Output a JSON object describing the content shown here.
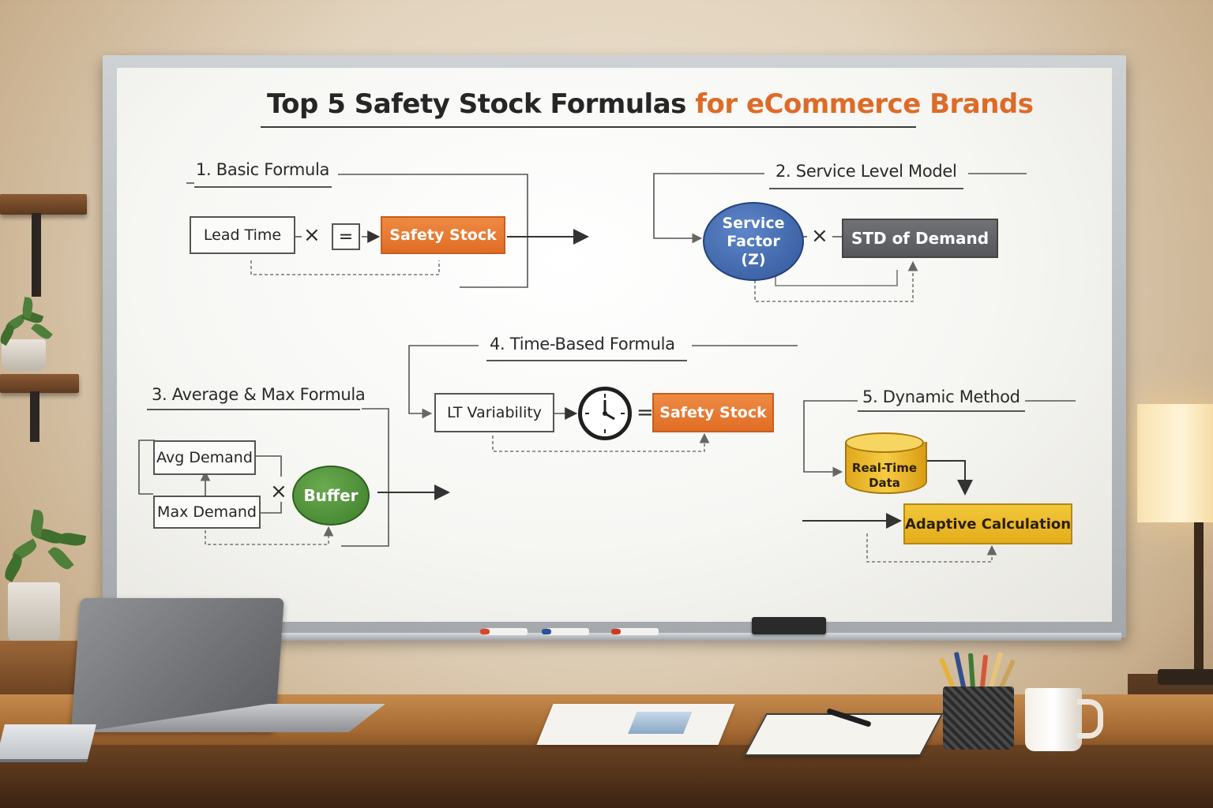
{
  "whiteboard": {
    "title": "Top 5 Safety Stock Formulas",
    "title_accent": "for eCommerce Brands",
    "section1": {
      "heading": "1. Basic Formula",
      "lead_time": "Lead Time",
      "times": "×",
      "equals": "=",
      "safety_stock": "Safety Stock"
    },
    "section2": {
      "heading": "2. Service Level Model",
      "service_factor": "Service Factor (Z)",
      "times": "×",
      "std_demand": "STD of Demand"
    },
    "section3": {
      "heading": "3. Average & Max Formula",
      "avg_demand": "Avg Demand",
      "max_demand": "Max Demand",
      "times": "×",
      "buffer": "Buffer"
    },
    "section4": {
      "heading": "4. Time-Based Formula",
      "lt_variability": "LT Variability",
      "equals": "=",
      "safety_stock": "Safety Stock"
    },
    "section5": {
      "heading": "5. Dynamic Method",
      "real_time_data": "Real-Time Data",
      "adaptive_calc": "Adaptive Calculation"
    }
  },
  "colors": {
    "orange": "#e06d25",
    "blue": "#3d64a8",
    "gray": "#5f6165",
    "green": "#4a8b35",
    "yellow": "#e9b622",
    "title_accent": "#dd6b28"
  },
  "icons": [
    "clock-icon",
    "arrow-icon"
  ]
}
